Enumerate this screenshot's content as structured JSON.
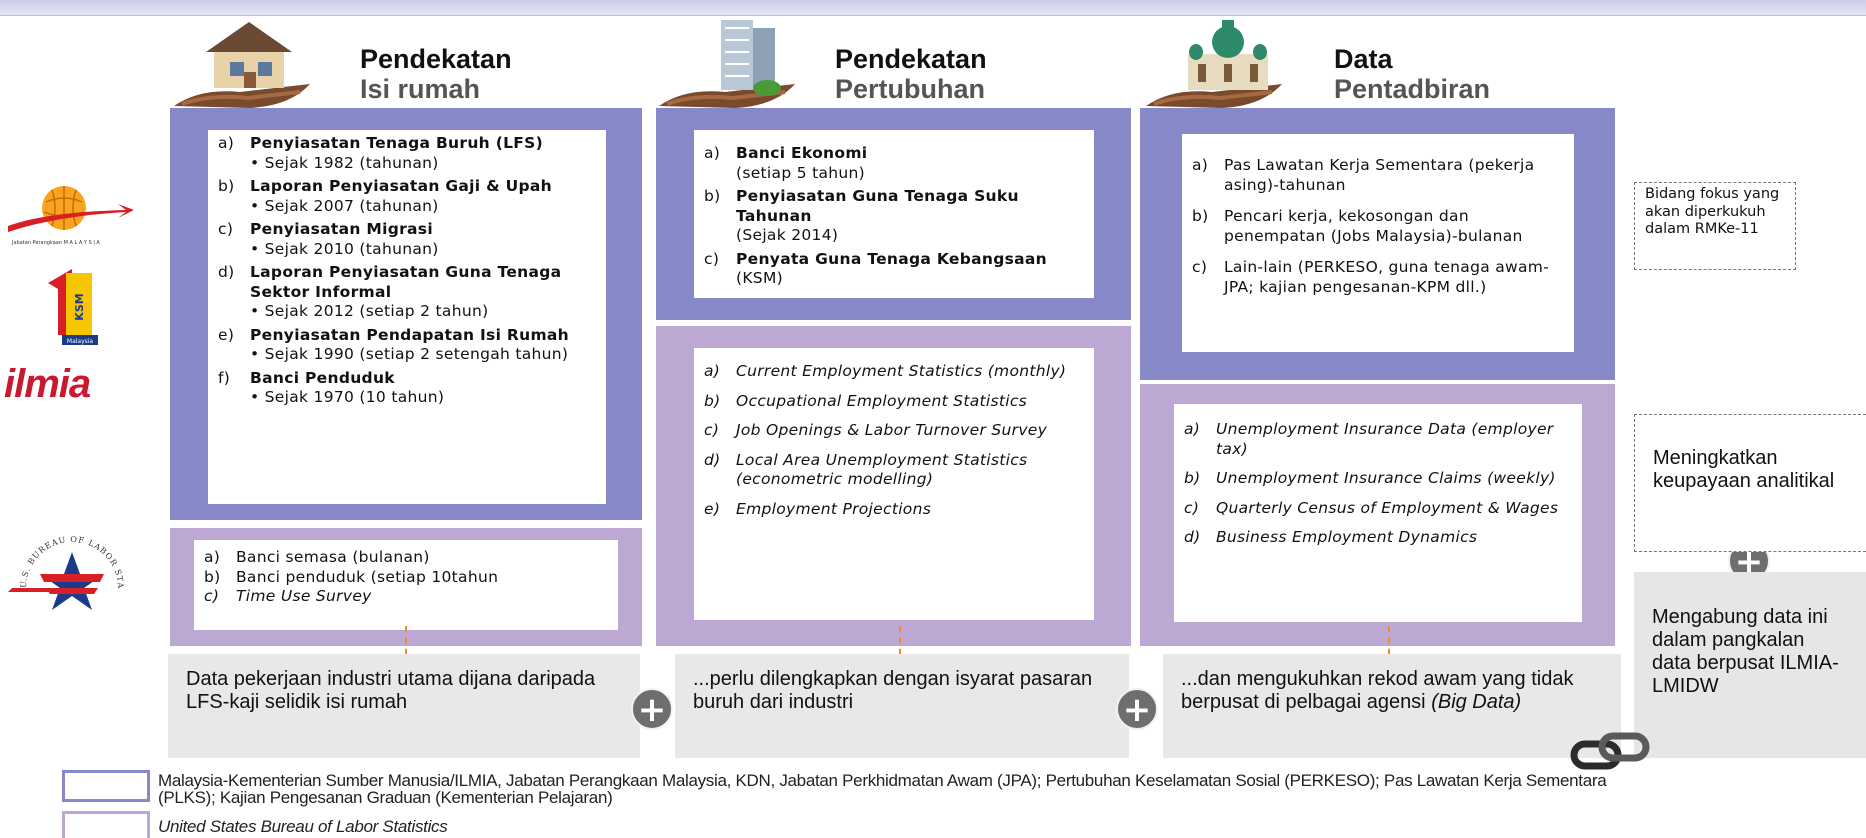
{
  "columns": [
    {
      "title": "Pendekatan",
      "subtitle": "Isi rumah"
    },
    {
      "title": "Pendekatan",
      "subtitle": "Pertubuhan"
    },
    {
      "title": "Data",
      "subtitle": "Pentadbiran"
    }
  ],
  "my_panels": [
    {
      "items": [
        {
          "marker": "a)",
          "title": "Penyiasatan Tenaga Buruh (LFS)",
          "sub": "Sejak 1982 (tahunan)"
        },
        {
          "marker": "b)",
          "title": "Laporan Penyiasatan Gaji & Upah",
          "sub": "Sejak 2007 (tahunan)"
        },
        {
          "marker": "c)",
          "title": "Penyiasatan Migrasi",
          "sub": "Sejak 2010 (tahunan)"
        },
        {
          "marker": "d)",
          "title": "Laporan Penyiasatan Guna Tenaga Sektor Informal",
          "sub": "Sejak 2012 (setiap 2 tahun)"
        },
        {
          "marker": "e)",
          "title": "Penyiasatan Pendapatan Isi Rumah",
          "sub": "Sejak 1990 (setiap 2 setengah tahun)"
        },
        {
          "marker": "f)",
          "title": "Banci Penduduk",
          "sub": "Sejak 1970 (10 tahun)"
        }
      ]
    },
    {
      "items": [
        {
          "marker": "a)",
          "title": "Banci Ekonomi",
          "note": "(setiap 5 tahun)"
        },
        {
          "marker": "b)",
          "title": "Penyiasatan Guna Tenaga Suku Tahunan",
          "note": "(Sejak 2014)"
        },
        {
          "marker": "c)",
          "title": "Penyata Guna Tenaga Kebangsaan",
          "note": "(KSM)"
        }
      ]
    },
    {
      "items": [
        {
          "marker": "a)",
          "text": "Pas Lawatan Kerja Sementara (pekerja asing)-tahunan"
        },
        {
          "marker": "b)",
          "text": "Pencari kerja, kekosongan dan penempatan (Jobs Malaysia)-bulanan"
        },
        {
          "marker": "c)",
          "text": "Lain-lain (PERKESO, guna tenaga awam-JPA; kajian pengesanan-KPM dll.)"
        }
      ]
    }
  ],
  "us_panels": [
    {
      "items": [
        {
          "marker": "a)",
          "text": "Banci semasa (bulanan)",
          "italic": false
        },
        {
          "marker": "b)",
          "text": "Banci penduduk (setiap  10tahun",
          "italic": false
        },
        {
          "marker": "c)",
          "text": "Time Use Survey",
          "italic": true
        }
      ]
    },
    {
      "items": [
        {
          "marker": "a)",
          "text": "Current Employment Statistics (monthly)"
        },
        {
          "marker": "b)",
          "text": "Occupational Employment Statistics"
        },
        {
          "marker": "c)",
          "text": "Job Openings & Labor Turnover Survey"
        },
        {
          "marker": "d)",
          "text": "Local Area Unemployment Statistics (econometric  modelling)"
        },
        {
          "marker": "e)",
          "text": "Employment Projections"
        }
      ]
    },
    {
      "items": [
        {
          "marker": "a)",
          "text": "Unemployment Insurance Data (employer tax)"
        },
        {
          "marker": "b)",
          "text": "Unemployment Insurance Claims (weekly)"
        },
        {
          "marker": "c)",
          "text": "Quarterly Census of Employment & Wages"
        },
        {
          "marker": "d)",
          "text": "Business Employment Dynamics"
        }
      ]
    }
  ],
  "bottom": {
    "box1": "Data pekerjaan industri utama dijana daripada LFS-kaji selidik isi rumah",
    "box2": "...perlu dilengkapkan dengan isyarat pasaran buruh dari industri",
    "box3_main": "...dan mengukuhkan rekod awam yang tidak berpusat di pelbagai agensi ",
    "box3_italic": "(Big Data)"
  },
  "plus_symbol": "+",
  "side": {
    "focus_note": "Bidang fokus yang akan diperkukuh dalam RMKe-11",
    "analytic": "Meningkatkan keupayaan analitikal",
    "combine": "Mengabung data ini dalam pangkalan data berpusat ILMIA-LMIDW"
  },
  "logos": {
    "dosm_caption": "Jabatan Perangkaan M A L A Y S I A",
    "ksm": "KSM",
    "ksm_small": "Malaysia",
    "ilmia": "ilmia",
    "bls_ring": "U.S. BUREAU OF LABOR STATISTICS"
  },
  "legend": {
    "malaysia": "Malaysia-Kementerian Sumber Manusia/ILMIA, Jabatan Perangkaan Malaysia, KDN, Jabatan Perkhidmatan Awam (JPA); Pertubuhan Keselamatan Sosial (PERKESO); Pas Lawatan Kerja Sementara (PLKS); Kajian Pengesanan Graduan (Kementerian Pelajaran)",
    "us": "United States Bureau of Labor Statistics"
  },
  "colors": {
    "malaysia_panel": "#8788c8",
    "us_panel": "#bca8d2",
    "arrow": "#f28a2e",
    "bottom_box": "#e8e8e8"
  }
}
